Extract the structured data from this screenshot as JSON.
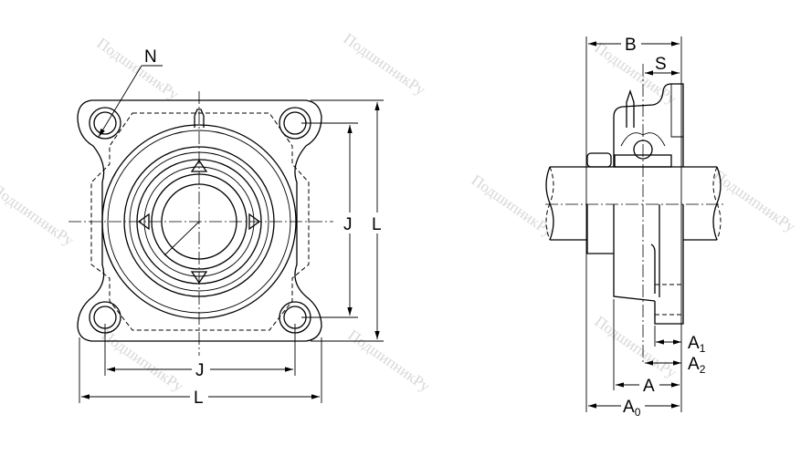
{
  "watermark": "ПодшипникРу",
  "front_view": {
    "label_n": "N",
    "label_j_vertical": "J",
    "label_l_vertical": "L",
    "label_j_horizontal": "J",
    "label_l_horizontal": "L"
  },
  "side_view": {
    "label_b": "B",
    "label_s": "S",
    "label_a1": "A",
    "label_a1_sub": "1",
    "label_a2": "A",
    "label_a2_sub": "2",
    "label_a": "A",
    "label_a0": "A",
    "label_a0_sub": "0"
  }
}
